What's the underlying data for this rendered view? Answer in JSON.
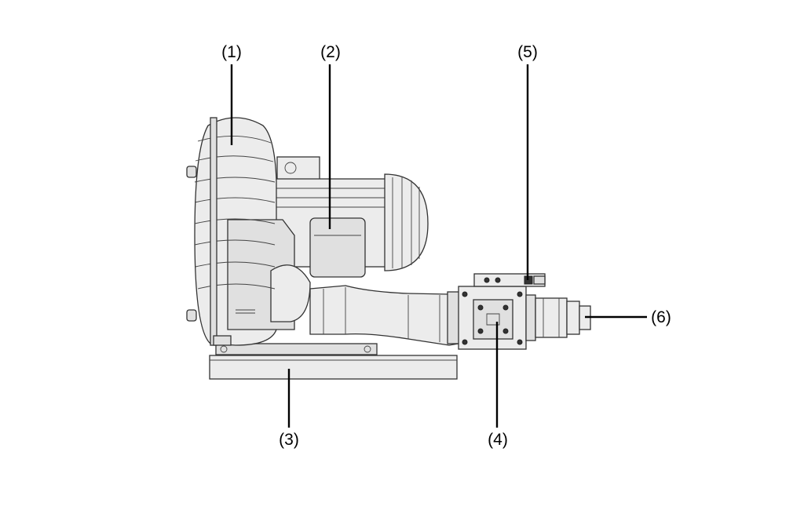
{
  "callouts": [
    {
      "id": "1",
      "text": "(1)"
    },
    {
      "id": "2",
      "text": "(2)"
    },
    {
      "id": "3",
      "text": "(3)"
    },
    {
      "id": "4",
      "text": "(4)"
    },
    {
      "id": "5",
      "text": "(5)"
    },
    {
      "id": "6",
      "text": "(6)"
    }
  ]
}
